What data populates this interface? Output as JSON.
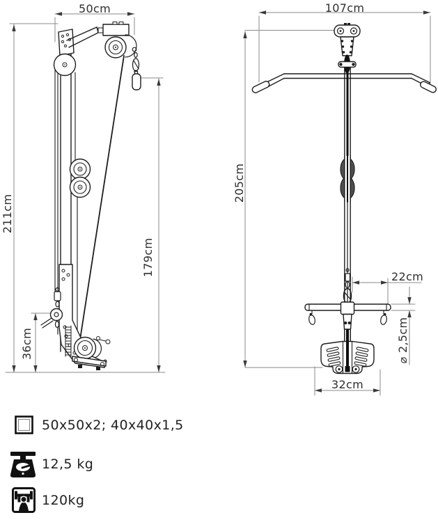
{
  "diagram": {
    "type": "technical-drawing",
    "subject": "wall-mounted lat pulldown tower, dimensioned side and front views",
    "side_view": {
      "width": "50cm",
      "total_height": "211cm",
      "cable_height": "179cm",
      "lower_bracket_height": "36cm"
    },
    "front_view": {
      "width": "107cm",
      "height": "205cm",
      "crossbar_offset": "22cm",
      "tube_diameter": "⌀ 2,5cm",
      "footplate_width": "32cm"
    },
    "legend": {
      "items": [
        {
          "icon": "tube-profile-icon",
          "text": "50x50x2; 40x40x1,5"
        },
        {
          "icon": "scale-icon",
          "text": "12,5 kg"
        },
        {
          "icon": "max-load-icon",
          "text": "120kg"
        }
      ]
    },
    "colors": {
      "background": "#ffffff",
      "line": "#1d1d1d",
      "dimension_line": "#8a8a8a",
      "text": "#2e2e2e",
      "pulley_fill": "#4f4f4f"
    }
  }
}
